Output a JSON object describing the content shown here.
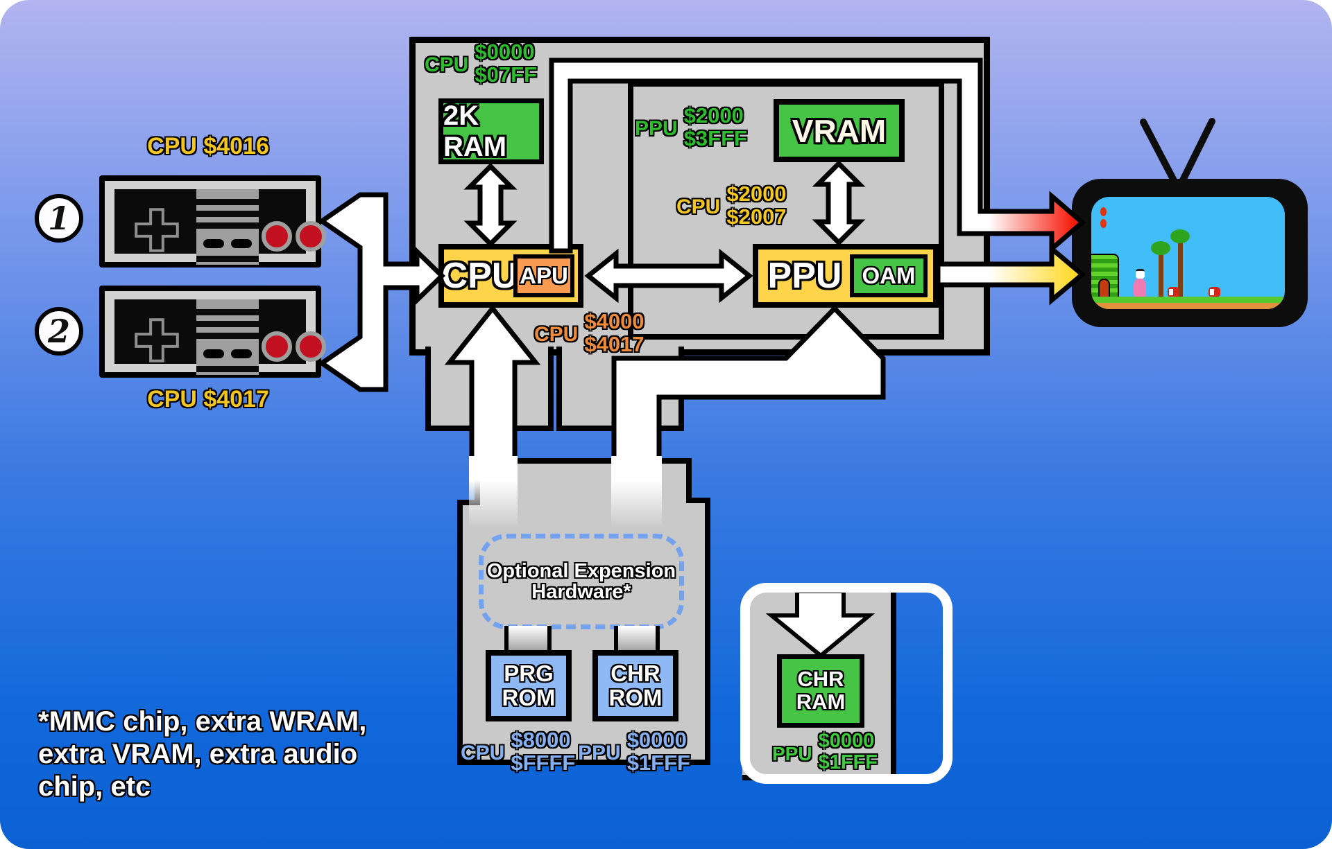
{
  "console": {
    "ram_box": "2K RAM",
    "cpu": "CPU",
    "apu": "APU",
    "ppu": "PPU",
    "oam": "OAM",
    "vram": "VRAM",
    "ram_addr": {
      "bus": "CPU",
      "from": "$0000",
      "to": "$07FF"
    },
    "vram_addr": {
      "bus": "PPU",
      "from": "$2000",
      "to": "$3FFF"
    },
    "ppu_reg_addr": {
      "bus": "CPU",
      "from": "$2000",
      "to": "$2007"
    },
    "apu_reg_addr": {
      "bus": "CPU",
      "from": "$4000",
      "to": "$4017"
    }
  },
  "controllers": {
    "port1_addr": "CPU $4016",
    "port2_addr": "CPU $4017",
    "player1": "1",
    "player2": "2"
  },
  "cartridge": {
    "expansion_line1": "Optional Expension",
    "expansion_line2": "Hardware*",
    "prg_rom_line1": "PRG",
    "prg_rom_line2": "ROM",
    "chr_rom_line1": "CHR",
    "chr_rom_line2": "ROM",
    "prg_addr": {
      "bus": "CPU",
      "from": "$8000",
      "to": "$FFFF"
    },
    "chr_addr": {
      "bus": "PPU",
      "from": "$0000",
      "to": "$1FFF"
    }
  },
  "chr_ram_panel": {
    "chr_ram_line1": "CHR",
    "chr_ram_line2": "RAM",
    "chr_ram_addr": {
      "bus": "PPU",
      "from": "$0000",
      "to": "$1FFF"
    }
  },
  "footnote": {
    "line1": "*MMC chip, extra WRAM,",
    "line2": "extra VRAM, extra audio",
    "line3": "chip, etc"
  },
  "colors": {
    "green_box": "#45c445",
    "yellow_box": "#fdd44a",
    "orange_box": "#f89b51",
    "blue_box": "#8fb9f4",
    "green_label": "#2ebd2e",
    "yellow_label": "#f3c71f",
    "orange_label": "#ee8b3d",
    "blue_label": "#85b1f3",
    "video_arrow_red": "#f51a0a",
    "video_arrow_yellow": "#ffd92a",
    "console_gray": "#c9c9c9",
    "bg_top": "#b2b4ef",
    "bg_bottom": "#0c60d2"
  }
}
